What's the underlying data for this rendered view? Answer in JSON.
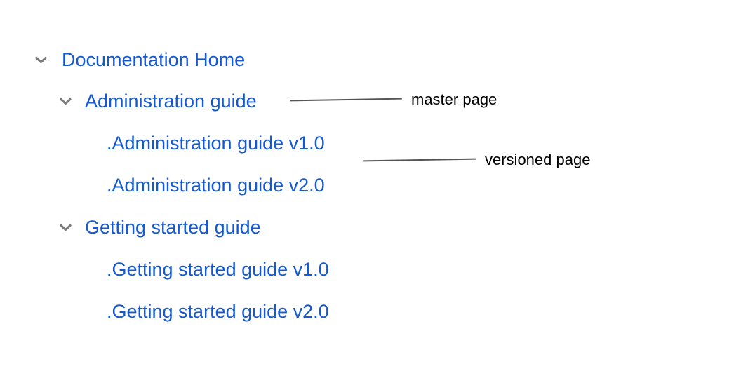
{
  "page": {
    "background": "#ffffff",
    "link_color": "#1359D3",
    "chevron_color": "#7a7a7a",
    "annotation_line_color": "#555555",
    "annotation_text_color": "#000000"
  },
  "tree": {
    "items": [
      {
        "label": "Documentation Home",
        "level": 0,
        "has_chevron": true,
        "state": "expanded"
      },
      {
        "label": "Administration guide",
        "level": 1,
        "has_chevron": true,
        "state": "expanded"
      },
      {
        "label": ".Administration guide v1.0",
        "level": 2,
        "has_chevron": false
      },
      {
        "label": ".Administration guide v2.0",
        "level": 2,
        "has_chevron": false
      },
      {
        "label": "Getting started guide",
        "level": 1,
        "has_chevron": true,
        "state": "expanded"
      },
      {
        "label": ".Getting started guide v1.0",
        "level": 2,
        "has_chevron": false
      },
      {
        "label": ".Getting started guide v2.0",
        "level": 2,
        "has_chevron": false
      }
    ]
  },
  "annotations": [
    {
      "label": "master page",
      "points_to": "Administration guide"
    },
    {
      "label": "versioned page",
      "points_to": ".Administration guide v1.0"
    }
  ]
}
